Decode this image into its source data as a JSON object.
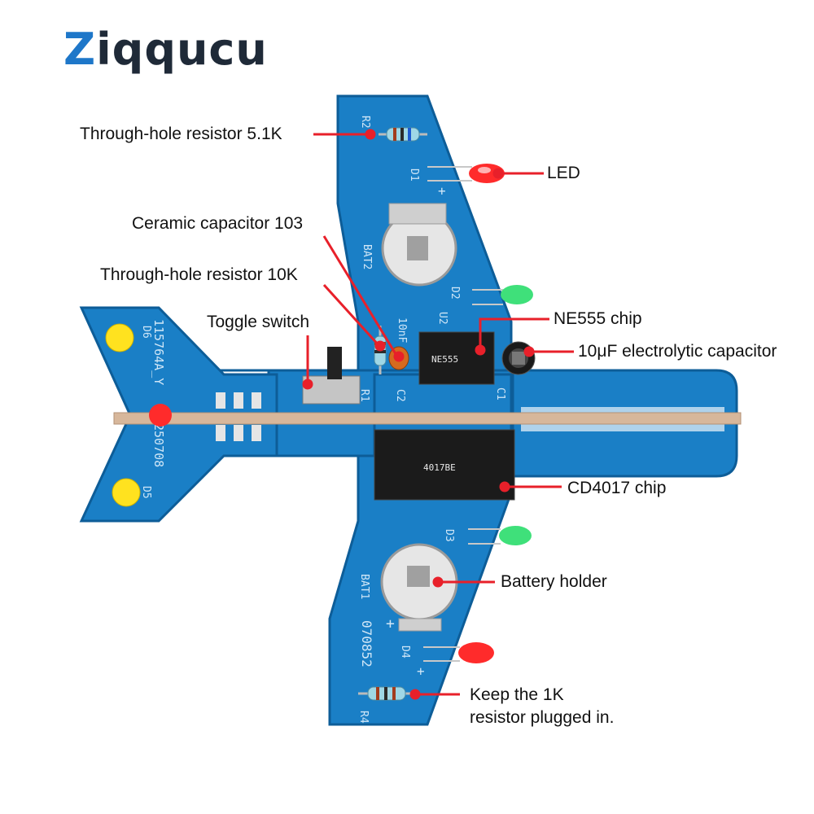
{
  "brand": {
    "name": "Ziqqucu",
    "letter_z": "Z",
    "rest": "iqqucu",
    "colors": {
      "z_green": "#2bbf62",
      "z_blue": "#1e77c9",
      "text": "#1f2a38"
    }
  },
  "colors": {
    "pcb": "#1a7fc6",
    "pcb_edge": "#0d5d98",
    "callout_red": "#e8202a",
    "led_red": "#ff2b2b",
    "led_green": "#3fe07a",
    "led_yellow": "#ffe21f"
  },
  "board_silk": {
    "r2": "R2",
    "d1": "D1",
    "bat2": "BAT2",
    "d2": "D2",
    "u2": "U2",
    "r1": "R1",
    "c2": "C2",
    "c1": "C1",
    "d3": "D3",
    "bat1": "BAT1",
    "d4": "D4",
    "r4": "R4",
    "d5": "D5",
    "d6": "D6",
    "serial1": "070852",
    "serial2": "115764A_Y",
    "serial3": "250708",
    "cap_value": "10nF",
    "plus": "+"
  },
  "chips": {
    "ne555_marking": "NE555",
    "cd4017_marking": "4017BE"
  },
  "callouts": {
    "resistor_5k1": "Through-hole resistor 5.1K",
    "led": "LED",
    "ceramic_cap": "Ceramic capacitor 103",
    "resistor_10k": "Through-hole resistor 10K",
    "toggle_switch": "Toggle switch",
    "ne555": "NE555 chip",
    "electrolytic": "10μF electrolytic capacitor",
    "cd4017": "CD4017 chip",
    "battery_holder": "Battery holder",
    "keep_1k_line1": "Keep the 1K",
    "keep_1k_line2": "resistor plugged in."
  }
}
